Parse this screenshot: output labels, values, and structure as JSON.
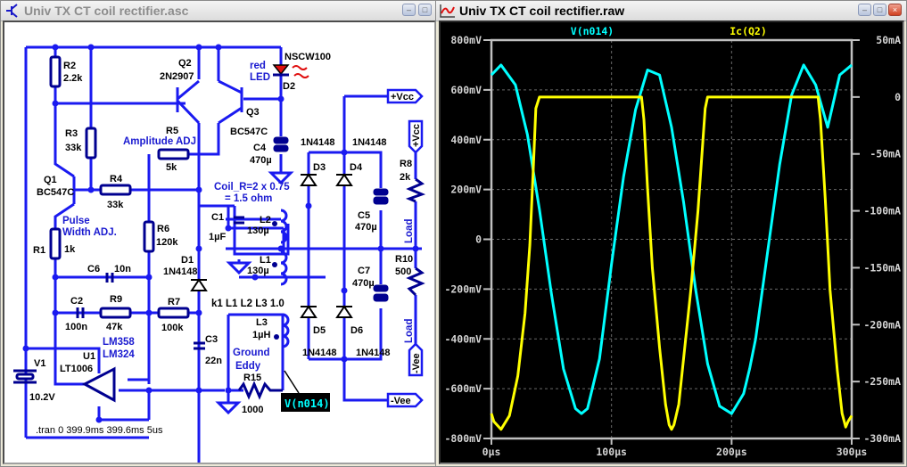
{
  "schematic_window": {
    "title": "Univ TX CT coil rectifier.asc",
    "buttons": {
      "minimize": "minimize",
      "maximize": "maximize"
    },
    "components": [
      {
        "ref": "R2",
        "value": "2.2k"
      },
      {
        "ref": "Q2",
        "value": "2N2907"
      },
      {
        "ref": "R3",
        "value": "33k"
      },
      {
        "ref": "R5",
        "value": "5k",
        "note": "Amplitude ADJ"
      },
      {
        "ref": "Q3",
        "value": "BC547C"
      },
      {
        "ref": "D2",
        "value": "NSCW100",
        "note": "red LED"
      },
      {
        "ref": "C4",
        "value": "470µ"
      },
      {
        "ref": "Q1",
        "value": "BC547C"
      },
      {
        "ref": "R4",
        "value": "33k"
      },
      {
        "ref": "R1",
        "value": "1k",
        "note": "Pulse Width ADJ."
      },
      {
        "ref": "R6",
        "value": "120k"
      },
      {
        "ref": "C6",
        "value": "10n"
      },
      {
        "ref": "C2",
        "value": "100n"
      },
      {
        "ref": "R9",
        "value": "47k"
      },
      {
        "ref": "R7",
        "value": "100k"
      },
      {
        "ref": "D1",
        "value": "1N4148"
      },
      {
        "ref": "C1",
        "value": "1µF"
      },
      {
        "ref": "L2",
        "value": "130µ"
      },
      {
        "ref": "L1",
        "value": "130µ"
      },
      {
        "ref": "C3",
        "value": "22n"
      },
      {
        "ref": "L3",
        "value": "1µH"
      },
      {
        "ref": "R15",
        "value": "1000"
      },
      {
        "ref": "U1",
        "value": "LT1006",
        "note": "LM358 LM324"
      },
      {
        "ref": "V1",
        "value": "10.2V"
      },
      {
        "ref": "D3",
        "value": "1N4148"
      },
      {
        "ref": "D4",
        "value": "1N4148"
      },
      {
        "ref": "D5",
        "value": "1N4148"
      },
      {
        "ref": "D6",
        "value": "1N4148"
      },
      {
        "ref": "C5",
        "value": "470µ"
      },
      {
        "ref": "C7",
        "value": "470µ"
      },
      {
        "ref": "R8",
        "value": "2k"
      },
      {
        "ref": "R10",
        "value": "500"
      }
    ],
    "labels": {
      "amplitude_adj": "Amplitude ADJ",
      "red": "red",
      "led": "LED",
      "pulse": "Pulse",
      "width_adj": "Width ADJ.",
      "lm358": "LM358",
      "lm324": "LM324",
      "coil_r1": "Coil_R=2 x 0.75",
      "coil_r2": "= 1.5 ohm",
      "coupling": "k1 L1 L2 L3 1.0",
      "ground": "Ground",
      "eddy": "Eddy",
      "load1": "Load",
      "load2": "Load",
      "vcc_flag1": "+Vcc",
      "vcc_flag2": "+Vcc",
      "vee_flag1": "-Vee",
      "vee_flag2": "-Vee",
      "probe_label": "V(n014)",
      "directive": ".tran 0 399.9ms 399.6ms 5us"
    }
  },
  "waveform_window": {
    "title": "Univ TX CT coil rectifier.raw",
    "buttons": {
      "minimize": "minimize",
      "maximize": "maximize",
      "close": "close"
    }
  },
  "chart_data": {
    "type": "line",
    "title": "",
    "series": [
      {
        "name": "V(n014)",
        "color": "#00ffff",
        "axis": "left",
        "x_us": [
          0,
          8,
          20,
          30,
          40,
          50,
          60,
          70,
          75,
          80,
          90,
          100,
          110,
          120,
          130,
          140,
          150,
          155,
          160,
          170,
          180,
          190,
          200,
          210,
          215,
          220,
          230,
          240,
          250,
          260,
          270,
          280,
          290,
          300
        ],
        "y": [
          0.66,
          0.7,
          0.62,
          0.42,
          0.12,
          -0.22,
          -0.52,
          -0.68,
          -0.7,
          -0.68,
          -0.48,
          -0.1,
          0.25,
          0.52,
          0.68,
          0.66,
          0.45,
          0.3,
          0.15,
          -0.2,
          -0.5,
          -0.67,
          -0.7,
          -0.62,
          -0.52,
          -0.4,
          -0.05,
          0.3,
          0.58,
          0.7,
          0.62,
          0.45,
          0.66,
          0.7
        ]
      },
      {
        "name": "Ic(Q2)",
        "color": "#ffff00",
        "axis": "right",
        "x_us": [
          0,
          2,
          8,
          15,
          22,
          28,
          32,
          35,
          37,
          40,
          125,
          127,
          130,
          134,
          140,
          145,
          148,
          150,
          152,
          156,
          160,
          166,
          172,
          176,
          178,
          180,
          182,
          185,
          272,
          274,
          278,
          282,
          288,
          292,
          295,
          297,
          300
        ],
        "y_mA": [
          -278,
          -285,
          -292,
          -280,
          -245,
          -190,
          -130,
          -60,
          -10,
          0,
          0,
          -20,
          -80,
          -150,
          -220,
          -270,
          -288,
          -292,
          -288,
          -270,
          -230,
          -170,
          -100,
          -40,
          -10,
          0,
          0,
          0,
          0,
          -20,
          -90,
          -170,
          -240,
          -278,
          -290,
          -285,
          -280
        ]
      }
    ],
    "xlabel": "",
    "ylabel_left": "",
    "ylabel_right": "",
    "x_range_us": [
      0,
      300
    ],
    "x_ticks": [
      "0µs",
      "100µs",
      "200µs",
      "300µs"
    ],
    "y_left_range_mV": [
      -800,
      800
    ],
    "y_left_ticks": [
      "800mV",
      "600mV",
      "400mV",
      "200mV",
      "0",
      "-200mV",
      "-400mV",
      "-600mV",
      "-800mV"
    ],
    "y_right_range_mA": [
      -300,
      50
    ],
    "y_right_ticks": [
      "50mA",
      "0",
      "-50mA",
      "-100mA",
      "-150mA",
      "-200mA",
      "-250mA",
      "-300mA"
    ],
    "grid": true,
    "legend": "top"
  }
}
